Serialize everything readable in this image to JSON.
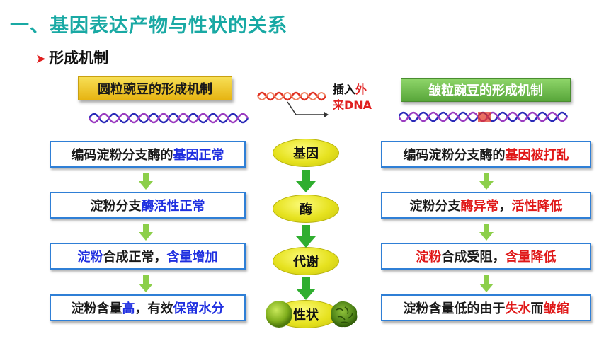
{
  "title": "一、基因表达产物与性状的关系",
  "subtitle": "形成机制",
  "left_label": "圆粒豌豆的形成机制",
  "right_label": "皱粒豌豆的形成机制",
  "insert": {
    "line1": "插入",
    "line1_red": "外",
    "line2": "来DNA"
  },
  "center": {
    "gene": "基因",
    "enzyme": "酶",
    "metabolism": "代谢",
    "trait": "性状"
  },
  "left_steps": [
    {
      "a": "编码淀粉分支酶的",
      "b": "基因正常"
    },
    {
      "a": "淀粉分支",
      "b": "酶活性正常"
    },
    {
      "a": "淀粉",
      "b": "合成正常，",
      "c": "含量增加"
    },
    {
      "a": "淀粉含量",
      "b": "高",
      "c": "，有效",
      "d": "保留水分"
    }
  ],
  "right_steps": [
    {
      "a": "编码淀粉分支酶的",
      "b": "基因被打乱"
    },
    {
      "a": "淀粉分支",
      "b": "酶异常",
      "c": "，",
      "d": "活性降低"
    },
    {
      "a": "淀粉",
      "b": "合成受阻，",
      "c": "含量降低"
    },
    {
      "a": "淀粉含量低的由于",
      "b": "失水",
      "c": "而",
      "d": "皱缩"
    }
  ],
  "colors": {
    "title": "#19a9a4",
    "box_border": "#2f7fd6",
    "highlight_blue": "#1f2fe0",
    "highlight_red": "#e01818",
    "arrow_green": "#3cb83c"
  }
}
